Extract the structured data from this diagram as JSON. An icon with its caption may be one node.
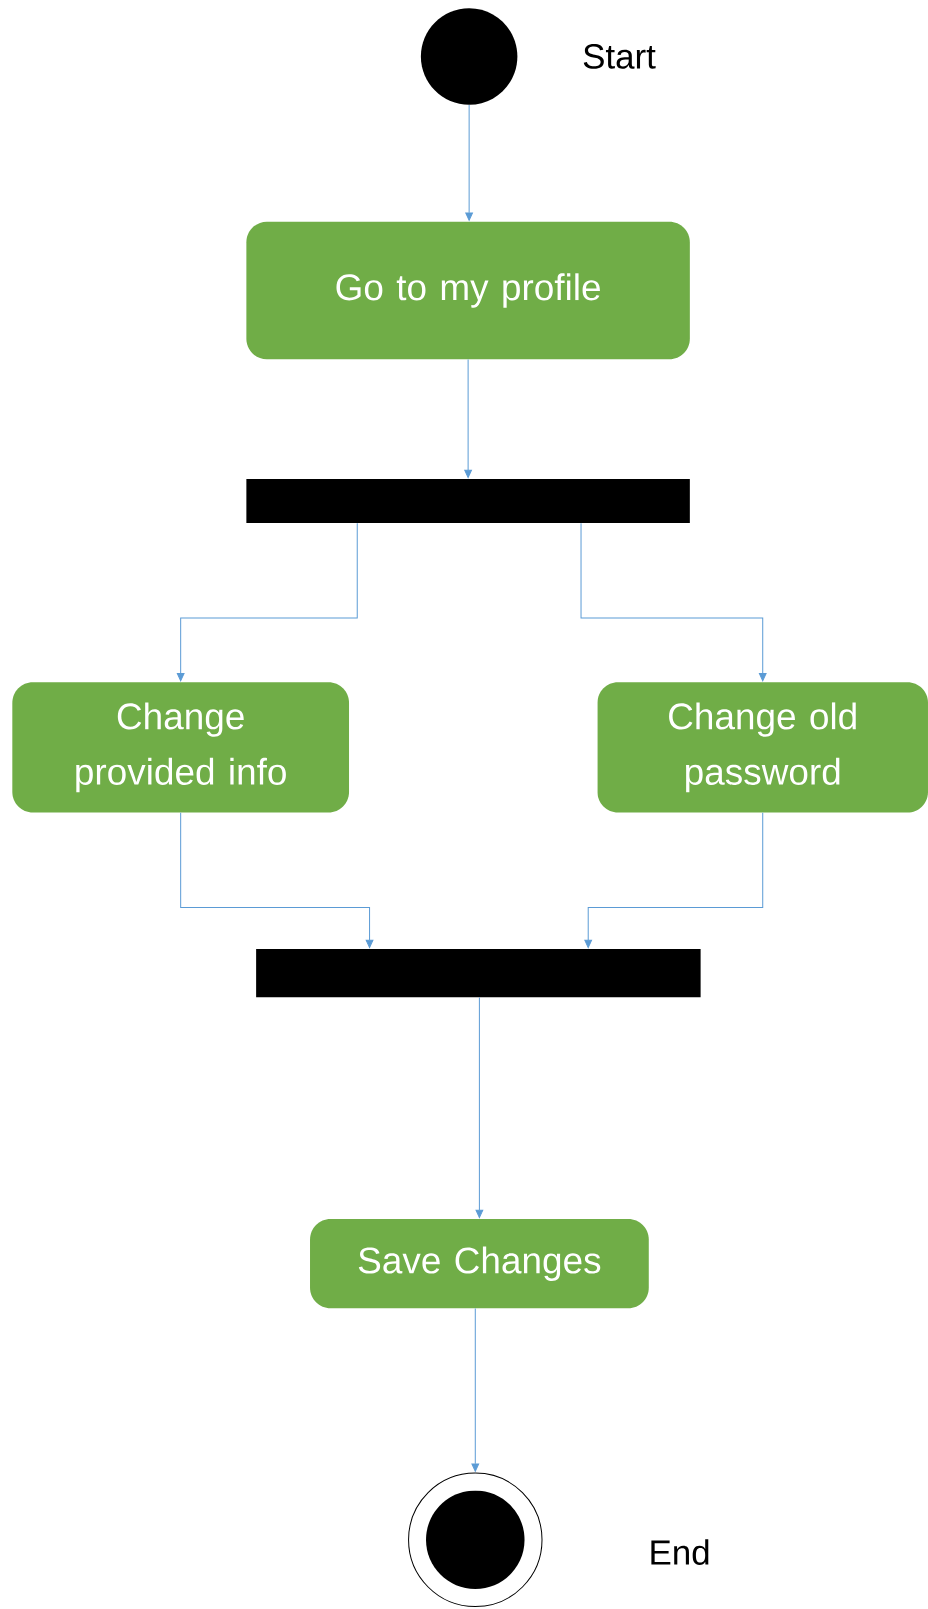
{
  "diagram": {
    "nodes": [
      {
        "text": [],
        "shape": "circle",
        "beside": [
          "Start"
        ]
      },
      {
        "text": [
          "Go to my profile"
        ]
      },
      {
        "text": [],
        "shape": "bar"
      },
      {
        "text": [
          "Change provided info"
        ]
      },
      {
        "text": [
          "Change old password"
        ]
      },
      {
        "text": [],
        "shape": "bar"
      },
      {
        "text": [
          "Save Changes"
        ]
      },
      {
        "text": [],
        "shape": "bullseye",
        "beside": [
          "End"
        ]
      }
    ],
    "edges": [
      {
        "from": 0,
        "to": 1,
        "arrow": "to"
      },
      {
        "from": 1,
        "to": 2,
        "arrow": "to"
      },
      {
        "from": 2,
        "to": 3,
        "arrow": "to"
      },
      {
        "from": 2,
        "to": 4,
        "arrow": "to"
      },
      {
        "from": 3,
        "to": 5,
        "arrow": "to"
      },
      {
        "from": 4,
        "to": 5,
        "arrow": "to"
      },
      {
        "from": 5,
        "to": 6,
        "arrow": "to"
      },
      {
        "from": 6,
        "to": 7,
        "arrow": "to"
      }
    ]
  }
}
